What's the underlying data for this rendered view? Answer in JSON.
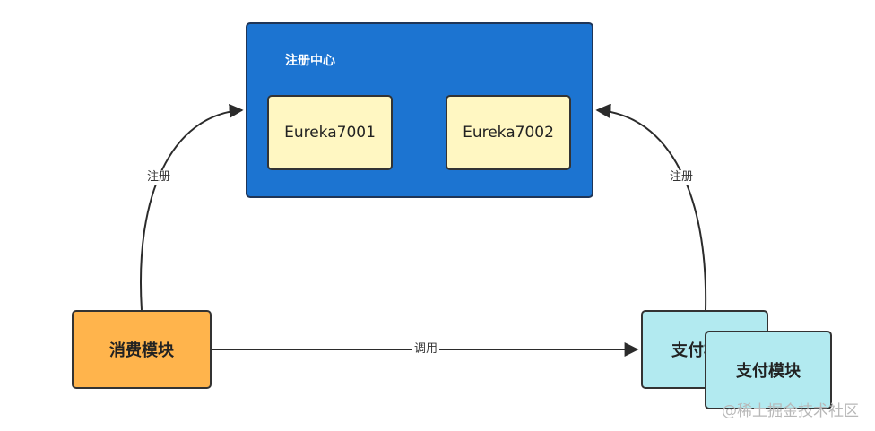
{
  "registry": {
    "title": "注册中心",
    "nodes": [
      "Eureka7001",
      "Eureka7002"
    ]
  },
  "modules": {
    "consumer": "消费模块",
    "payment_back": "支付模块",
    "payment_front": "支付模块"
  },
  "edges": {
    "left_register": "注册",
    "right_register": "注册",
    "call": "调用"
  },
  "watermark": "@稀土掘金技术社区",
  "colors": {
    "registry_fill": "#1c74d1",
    "node_fill": "#fff7c2",
    "consumer_fill": "#ffb44c",
    "payment_fill": "#b2eaf0"
  }
}
